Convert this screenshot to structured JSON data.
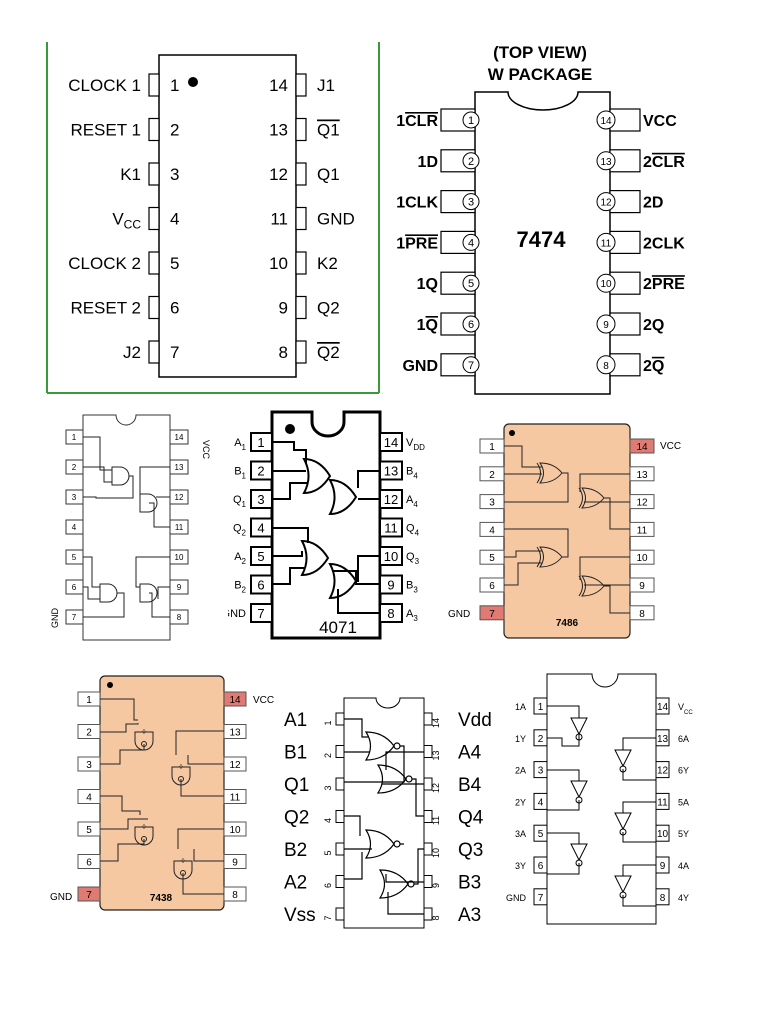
{
  "jk_chip": {
    "left_pins": [
      {
        "num": "1",
        "label": "CLOCK 1"
      },
      {
        "num": "2",
        "label": "RESET 1"
      },
      {
        "num": "3",
        "label": "K1"
      },
      {
        "num": "4",
        "label": "V",
        "sub": "CC"
      },
      {
        "num": "5",
        "label": "CLOCK 2"
      },
      {
        "num": "6",
        "label": "RESET 2"
      },
      {
        "num": "7",
        "label": "J2"
      }
    ],
    "right_pins": [
      {
        "num": "14",
        "label": "J1"
      },
      {
        "num": "13",
        "label": "Q1",
        "bar": true
      },
      {
        "num": "12",
        "label": "Q1"
      },
      {
        "num": "11",
        "label": "GND"
      },
      {
        "num": "10",
        "label": "K2"
      },
      {
        "num": "9",
        "label": "Q2"
      },
      {
        "num": "8",
        "label": "Q2",
        "bar": true
      }
    ]
  },
  "chip_7474": {
    "title_line1": "(TOP VIEW)",
    "title_line2": "W PACKAGE",
    "name": "7474",
    "left_pins": [
      {
        "num": "1",
        "pre": "1",
        "label": "CLR",
        "bar": true
      },
      {
        "num": "2",
        "pre": "1",
        "label": "D"
      },
      {
        "num": "3",
        "pre": "1",
        "label": "CLK"
      },
      {
        "num": "4",
        "pre": "1",
        "label": "PRE",
        "bar": true
      },
      {
        "num": "5",
        "pre": "1",
        "label": "Q"
      },
      {
        "num": "6",
        "pre": "1",
        "label": "Q",
        "bar": true
      },
      {
        "num": "7",
        "pre": "",
        "label": "GND"
      }
    ],
    "right_pins": [
      {
        "num": "14",
        "pre": "",
        "label": "VCC"
      },
      {
        "num": "13",
        "pre": "2",
        "label": "CLR",
        "bar": true
      },
      {
        "num": "12",
        "pre": "2",
        "label": "D"
      },
      {
        "num": "11",
        "pre": "2",
        "label": "CLK"
      },
      {
        "num": "10",
        "pre": "2",
        "label": "PRE",
        "bar": true
      },
      {
        "num": "9",
        "pre": "2",
        "label": "Q"
      },
      {
        "num": "8",
        "pre": "2",
        "label": "Q",
        "bar": true
      }
    ]
  },
  "and_chip": {
    "left_nums": [
      "1",
      "2",
      "3",
      "4",
      "5",
      "6",
      "7"
    ],
    "right_nums": [
      "14",
      "13",
      "12",
      "11",
      "10",
      "9",
      "8"
    ],
    "vcc": "VCC",
    "gnd": "GND"
  },
  "chip_4071": {
    "name": "4071",
    "left_pins": [
      {
        "num": "1",
        "label": "A",
        "sub": "1"
      },
      {
        "num": "2",
        "label": "B",
        "sub": "1"
      },
      {
        "num": "3",
        "label": "Q",
        "sub": "1"
      },
      {
        "num": "4",
        "label": "Q",
        "sub": "2"
      },
      {
        "num": "5",
        "label": "A",
        "sub": "2"
      },
      {
        "num": "6",
        "label": "B",
        "sub": "2"
      },
      {
        "num": "7",
        "label": "GND",
        "sub": ""
      }
    ],
    "right_pins": [
      {
        "num": "14",
        "label": "V",
        "sub": "DD"
      },
      {
        "num": "13",
        "label": "B",
        "sub": "4"
      },
      {
        "num": "12",
        "label": "A",
        "sub": "4"
      },
      {
        "num": "11",
        "label": "Q",
        "sub": "4"
      },
      {
        "num": "10",
        "label": "Q",
        "sub": "3"
      },
      {
        "num": "9",
        "label": "B",
        "sub": "3"
      },
      {
        "num": "8",
        "label": "A",
        "sub": "3"
      }
    ]
  },
  "chip_7486": {
    "name": "7486",
    "left_nums": [
      "1",
      "2",
      "3",
      "4",
      "5",
      "6",
      "7"
    ],
    "right_nums": [
      "14",
      "13",
      "12",
      "11",
      "10",
      "9",
      "8"
    ],
    "vcc": "VCC",
    "gnd": "GND",
    "body_color": "#f5c8a2",
    "power_pin_color": "#e07b74"
  },
  "chip_7438": {
    "name": "7438",
    "left_nums": [
      "1",
      "2",
      "3",
      "4",
      "5",
      "6",
      "7"
    ],
    "right_nums": [
      "14",
      "13",
      "12",
      "11",
      "10",
      "9",
      "8"
    ],
    "vcc": "VCC",
    "gnd": "GND",
    "body_color": "#f5c8a2",
    "power_pin_color": "#e07b74"
  },
  "nor_chip": {
    "left_nums": [
      "1",
      "2",
      "3",
      "4",
      "5",
      "6",
      "7"
    ],
    "right_nums": [
      "14",
      "13",
      "12",
      "11",
      "10",
      "9",
      "8"
    ],
    "left_labels": [
      "A1",
      "B1",
      "Q1",
      "Q2",
      "B2",
      "A2",
      "Vss"
    ],
    "right_labels": [
      "Vdd",
      "A4",
      "B4",
      "Q4",
      "Q3",
      "B3",
      "A3"
    ]
  },
  "inverter_chip": {
    "left_nums": [
      "1",
      "2",
      "3",
      "4",
      "5",
      "6",
      "7"
    ],
    "right_nums": [
      "14",
      "13",
      "12",
      "11",
      "10",
      "9",
      "8"
    ],
    "left_labels": [
      {
        "label": "1A"
      },
      {
        "label": "1Y"
      },
      {
        "label": "2A"
      },
      {
        "label": "2Y"
      },
      {
        "label": "3A"
      },
      {
        "label": "3Y"
      },
      {
        "label": "GND"
      }
    ],
    "right_labels": [
      {
        "label": "V",
        "sub": "CC"
      },
      {
        "label": "6A"
      },
      {
        "label": "6Y"
      },
      {
        "label": "5A"
      },
      {
        "label": "5Y"
      },
      {
        "label": "4A"
      },
      {
        "label": "4Y"
      }
    ]
  }
}
